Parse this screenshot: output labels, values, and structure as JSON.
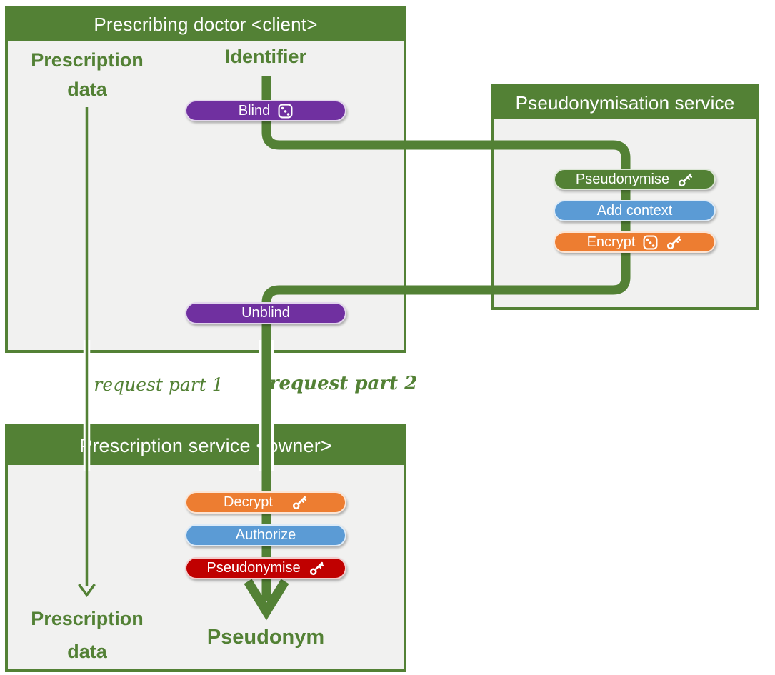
{
  "colors": {
    "green": "#538135",
    "purple": "#7030A0",
    "blue": "#5B9BD5",
    "orange": "#ED7D31",
    "red": "#C00000",
    "box_fill": "#F1F1F0",
    "header_text": "#FFFFFF"
  },
  "boxes": {
    "client": {
      "title": "Prescribing doctor <client>"
    },
    "pseudonymisation_service": {
      "title": "Pseudonymisation service"
    },
    "prescription_service": {
      "title": "Prescription service <owner>"
    }
  },
  "labels": {
    "prescription_data_top": {
      "line1": "Prescription",
      "line2": "data"
    },
    "identifier": "Identifier",
    "request_part_1": "request part 1",
    "request_part_2": "request part 2",
    "prescription_data_bottom": {
      "line1": "Prescription",
      "line2": "data"
    },
    "pseudonym": "Pseudonym"
  },
  "pills": {
    "blind": {
      "label": "Blind",
      "color": "#7030A0",
      "icons": [
        "dice-icon"
      ]
    },
    "unblind": {
      "label": "Unblind",
      "color": "#7030A0",
      "icons": []
    },
    "pseudonymise_service": {
      "label": "Pseudonymise",
      "color": "#538135",
      "icons": [
        "key-icon"
      ]
    },
    "add_context": {
      "label": "Add context",
      "color": "#5B9BD5",
      "icons": []
    },
    "encrypt": {
      "label": "Encrypt",
      "color": "#ED7D31",
      "icons": [
        "dice-icon",
        "key-icon"
      ]
    },
    "decrypt": {
      "label": "Decrypt",
      "color": "#ED7D31",
      "icons": [
        "key-icon"
      ]
    },
    "authorize": {
      "label": "Authorize",
      "color": "#5B9BD5",
      "icons": []
    },
    "pseudonymise_owner": {
      "label": "Pseudonymise",
      "color": "#C00000",
      "icons": [
        "key-icon"
      ]
    }
  }
}
